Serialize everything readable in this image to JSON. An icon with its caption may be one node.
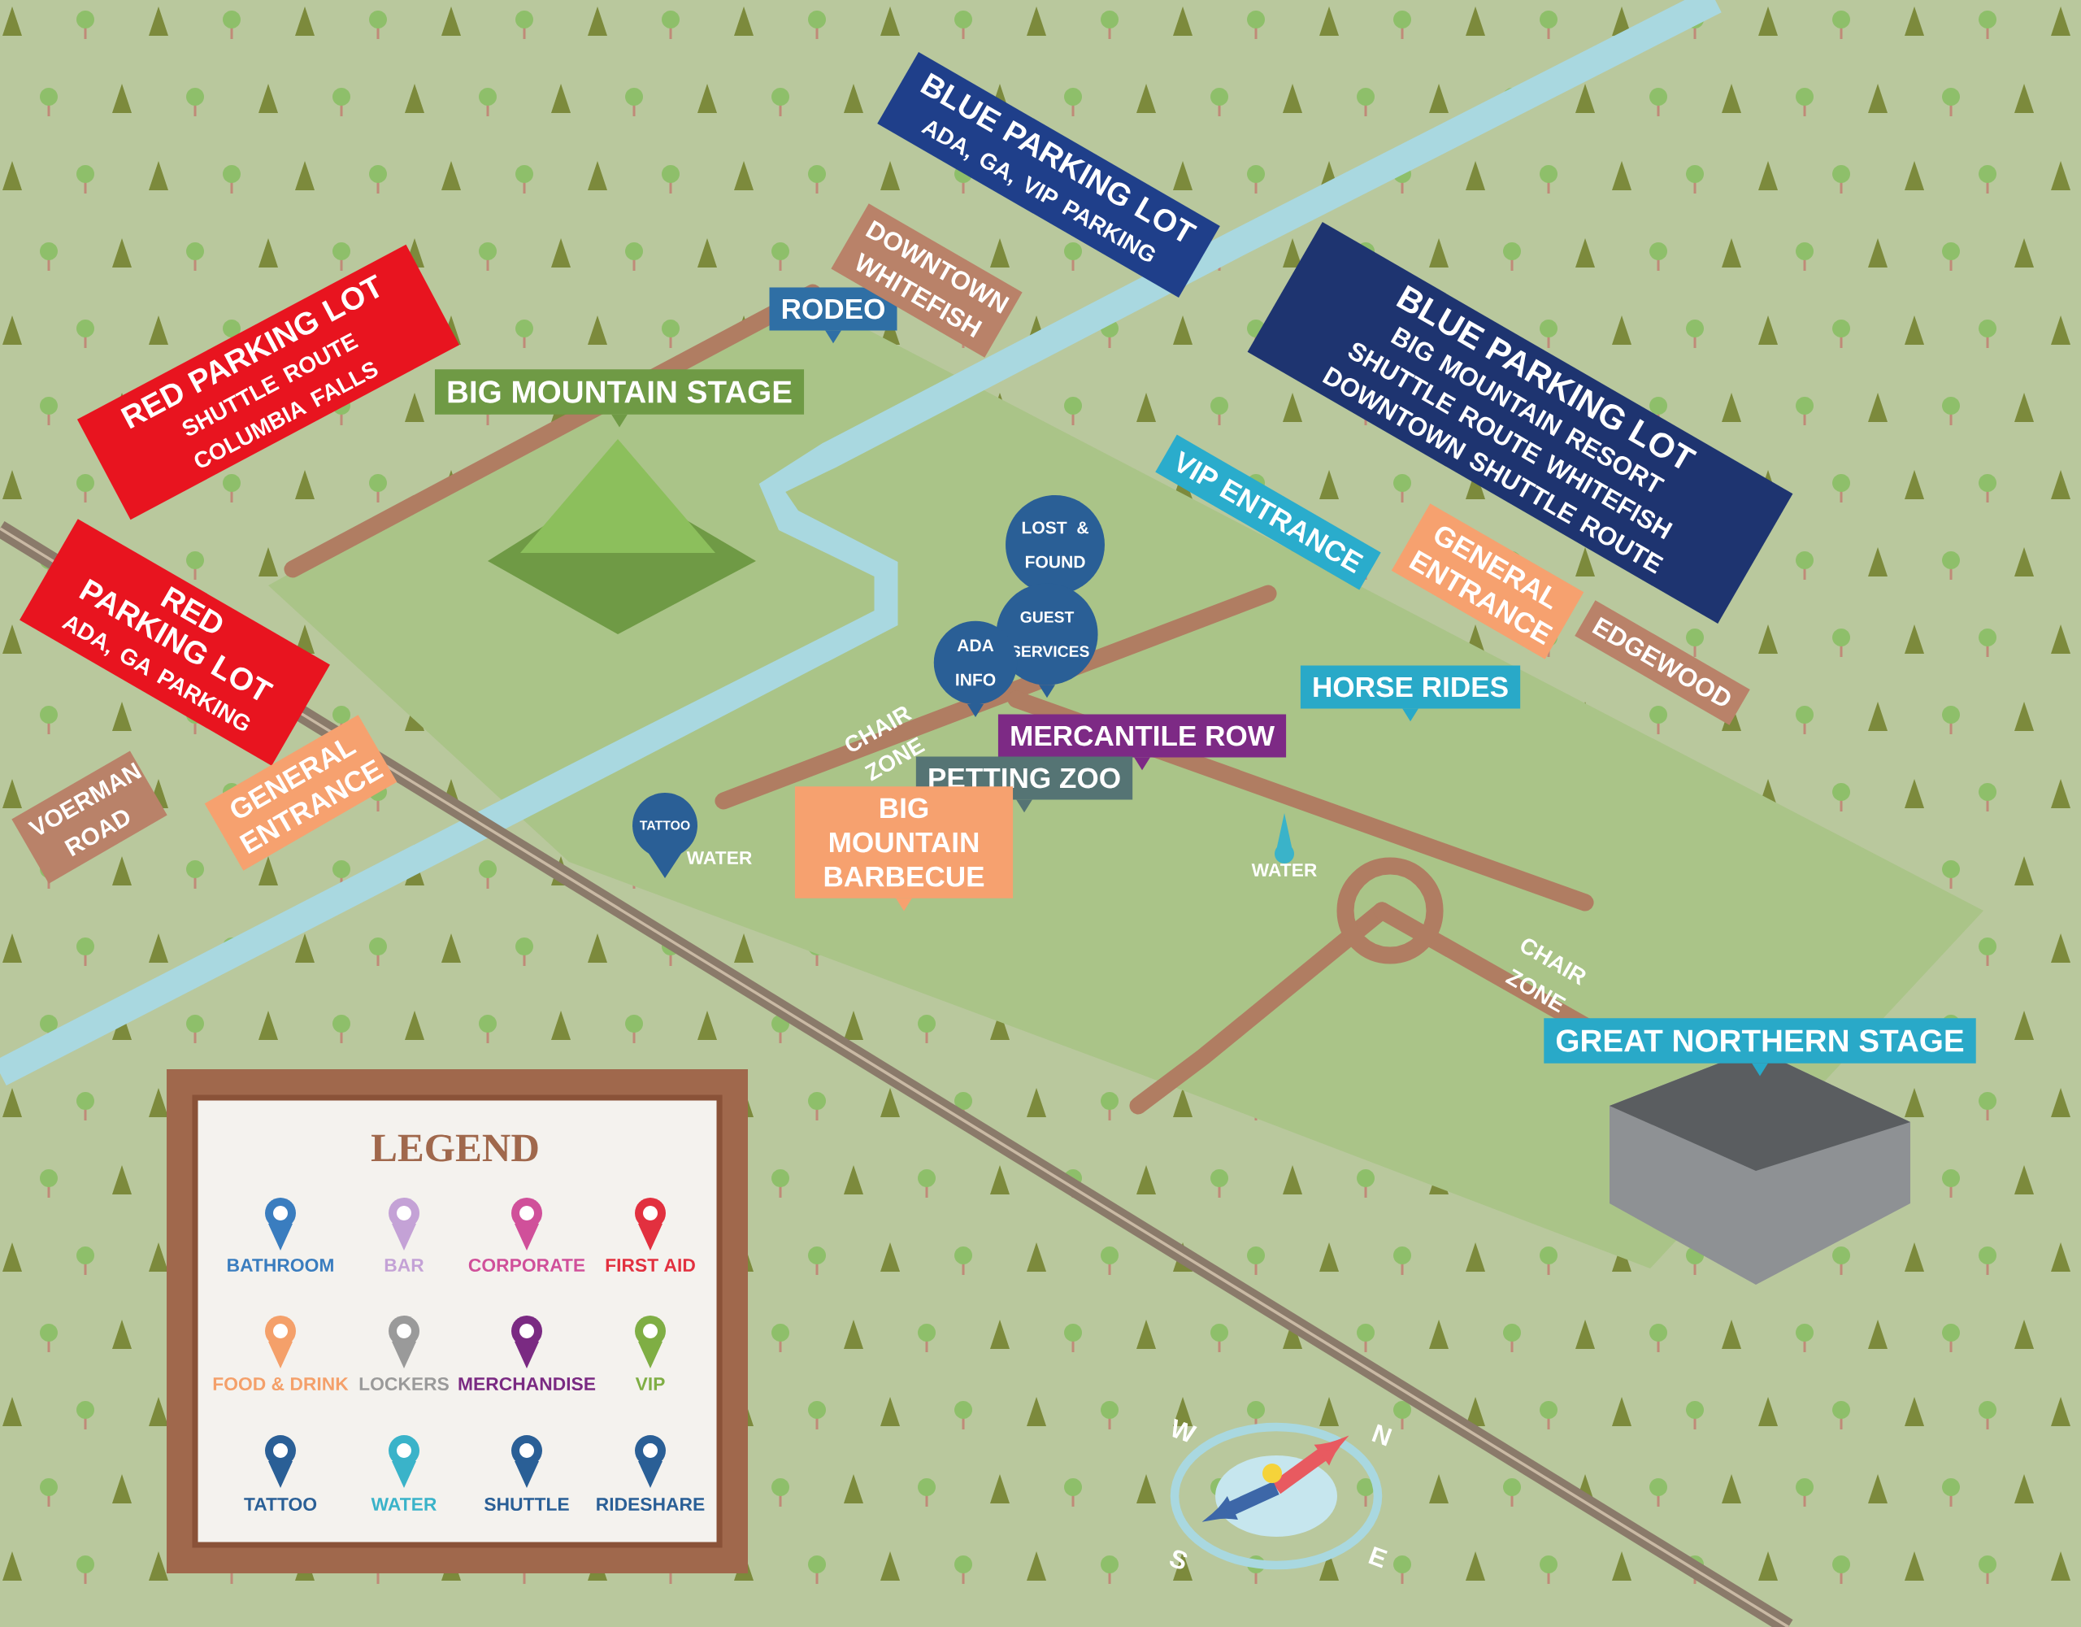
{
  "diagram": {
    "nodes": [
      {
        "text": [
          "RED PARKING LOT",
          "SHUTTLE ROUTE COLUMBIA FALLS"
        ]
      },
      {
        "text": [
          "BIG MOUNTAIN STAGE"
        ]
      },
      {
        "text": [
          "RODEO"
        ]
      },
      {
        "text": [
          "DOWNTOWN WHITEFISH"
        ]
      },
      {
        "text": [
          "BLUE PARKING LOT",
          "ADA, GA, VIP PARKING"
        ]
      },
      {
        "text": [
          "BLUE PARKING LOT",
          "BIG MOUNTAIN RESORT SHUTTLE ROUTE WHITEFISH DOWNTOWN SHUTTLE ROUTE"
        ]
      },
      {
        "text": [
          "VIP ENTRANCE"
        ]
      },
      {
        "text": [
          "GENERAL ENTRANCE"
        ]
      },
      {
        "text": [
          "EDGEWOOD"
        ]
      },
      {
        "text": [
          "HORSE RIDES"
        ]
      },
      {
        "text": [
          "LOST & FOUND"
        ]
      },
      {
        "text": [
          "GUEST SERVICES"
        ]
      },
      {
        "text": [
          "ADA INFO"
        ]
      },
      {
        "text": [
          "MERCANTILE ROW"
        ]
      },
      {
        "text": [
          "PETTING ZOO"
        ]
      },
      {
        "text": [
          "BIG MOUNTAIN BARBECUE"
        ]
      },
      {
        "text": [
          "RED PARKING LOT",
          "ADA, GA PARKING"
        ]
      },
      {
        "text": [
          "VOERMAN ROAD"
        ]
      },
      {
        "text": [
          "GENERAL ENTRANCE"
        ]
      },
      {
        "text": [
          "GREAT NORTHERN STAGE"
        ]
      }
    ],
    "labels": [
      "CHAIR ZONE",
      "TATTOO",
      "WATER",
      "WATER",
      "CHAIR ZONE",
      "LEGEND",
      "W",
      "N",
      "S",
      "E"
    ],
    "legend": [
      {
        "text": "BATHROOM",
        "color": "#3a7dbf"
      },
      {
        "text": "BAR",
        "color": "#c4a2d6"
      },
      {
        "text": "CORPORATE",
        "color": "#d0509a"
      },
      {
        "text": "FIRST AID",
        "color": "#e2303f"
      },
      {
        "text": "FOOD & DRINK",
        "color": "#f4a06a"
      },
      {
        "text": "LOCKERS",
        "color": "#9a9a9a"
      },
      {
        "text": "MERCHANDISE",
        "color": "#7a2a82"
      },
      {
        "text": "VIP",
        "color": "#7fae44"
      },
      {
        "text": "TATTOO",
        "color": "#2a5f96"
      },
      {
        "text": "WATER",
        "color": "#3ab3c9"
      },
      {
        "text": "SHUTTLE",
        "color": "#2a5f96"
      },
      {
        "text": "RIDESHARE",
        "color": "#2a5f96"
      }
    ]
  }
}
